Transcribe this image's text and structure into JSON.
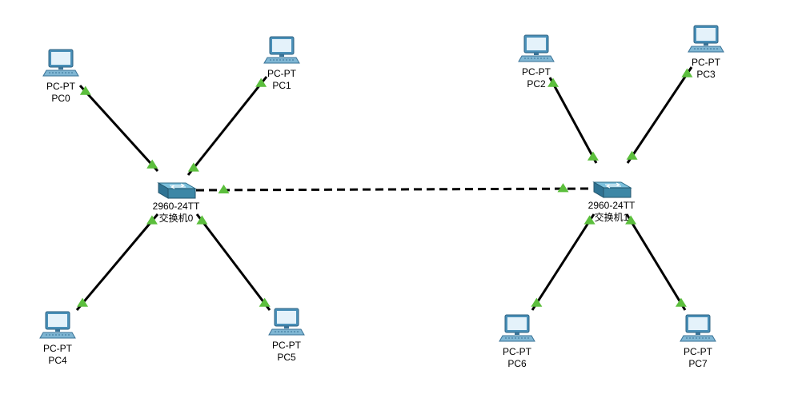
{
  "devices": [
    {
      "id": "PC0",
      "kind": "pc",
      "model": "PC-PT",
      "name": "PC0"
    },
    {
      "id": "PC1",
      "kind": "pc",
      "model": "PC-PT",
      "name": "PC1"
    },
    {
      "id": "PC2",
      "kind": "pc",
      "model": "PC-PT",
      "name": "PC2"
    },
    {
      "id": "PC3",
      "kind": "pc",
      "model": "PC-PT",
      "name": "PC3"
    },
    {
      "id": "PC4",
      "kind": "pc",
      "model": "PC-PT",
      "name": "PC4"
    },
    {
      "id": "PC5",
      "kind": "pc",
      "model": "PC-PT",
      "name": "PC5"
    },
    {
      "id": "PC6",
      "kind": "pc",
      "model": "PC-PT",
      "name": "PC6"
    },
    {
      "id": "PC7",
      "kind": "pc",
      "model": "PC-PT",
      "name": "PC7"
    },
    {
      "id": "SW0",
      "kind": "switch",
      "model": "2960-24TT",
      "name": "交换机0"
    },
    {
      "id": "SW1",
      "kind": "switch",
      "model": "2960-24TT",
      "name": "交换机1"
    }
  ],
  "links": [
    {
      "from": "PC0",
      "to": "SW0",
      "type": "straight",
      "status": "up"
    },
    {
      "from": "PC1",
      "to": "SW0",
      "type": "straight",
      "status": "up"
    },
    {
      "from": "PC4",
      "to": "SW0",
      "type": "straight",
      "status": "up"
    },
    {
      "from": "PC5",
      "to": "SW0",
      "type": "straight",
      "status": "up"
    },
    {
      "from": "PC2",
      "to": "SW1",
      "type": "straight",
      "status": "up"
    },
    {
      "from": "PC3",
      "to": "SW1",
      "type": "straight",
      "status": "up"
    },
    {
      "from": "PC6",
      "to": "SW1",
      "type": "straight",
      "status": "up"
    },
    {
      "from": "PC7",
      "to": "SW1",
      "type": "straight",
      "status": "up"
    },
    {
      "from": "SW0",
      "to": "SW1",
      "type": "crossover",
      "status": "up"
    }
  ],
  "colors": {
    "link_up": "#5cbf3d",
    "cable": "#000000",
    "switch_body": "#3d87a6",
    "pc_body": "#4a90b8"
  }
}
